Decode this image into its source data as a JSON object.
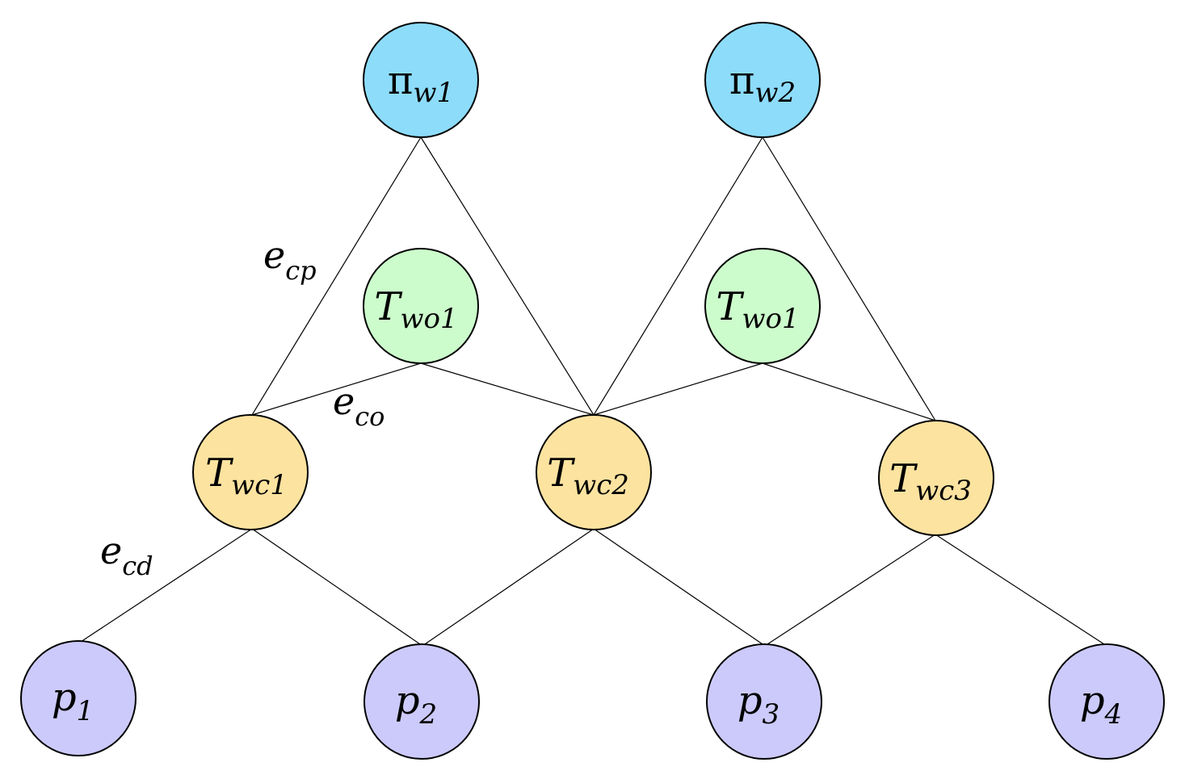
{
  "colors": {
    "pose": "#8ddcfa",
    "object": "#ccfccc",
    "camera": "#fde3a0",
    "point": "#cccafa",
    "stroke": "#000000"
  },
  "nodes": {
    "pi_w1": {
      "base": "π",
      "sub": "w1"
    },
    "pi_w2": {
      "base": "π",
      "sub": "w2"
    },
    "T_wo1_a": {
      "base": "T",
      "sub": "wo1"
    },
    "T_wo1_b": {
      "base": "T",
      "sub": "wo1"
    },
    "T_wc1": {
      "base": "T",
      "sub": "wc1"
    },
    "T_wc2": {
      "base": "T",
      "sub": "wc2"
    },
    "T_wc3": {
      "base": "T",
      "sub": "wc3"
    },
    "p1": {
      "base": "p",
      "sub": "1"
    },
    "p2": {
      "base": "p",
      "sub": "2"
    },
    "p3": {
      "base": "p",
      "sub": "3"
    },
    "p4": {
      "base": "p",
      "sub": "4"
    }
  },
  "edge_labels": {
    "e_cp": {
      "base": "e",
      "sub": "cp"
    },
    "e_co": {
      "base": "e",
      "sub": "co"
    },
    "e_cd": {
      "base": "e",
      "sub": "cd"
    }
  }
}
